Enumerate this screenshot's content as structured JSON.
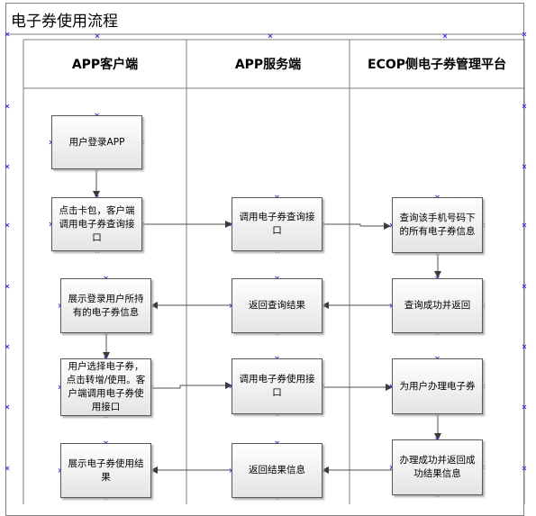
{
  "title": "电子券使用流程",
  "lanes": [
    "APP客户端",
    "APP服务端",
    "ECOP侧电子券管理平台"
  ],
  "steps": {
    "login": "用户登录APP",
    "click_wallet": "点击卡包，客户端调用电子券查询接口",
    "call_query": "调用电子券查询接口",
    "query_phone": "查询该手机号码下的所有电子券信息",
    "show_coupons": "展示登录用户所持有的电子券信息",
    "return_query": "返回查询结果",
    "query_success": "查询成功并返回",
    "select_coupon": "用户选择电子券，点击转增/使用。客户端调用电子券使用接口",
    "call_use": "调用电子券使用接口",
    "process_coupon": "为用户办理电子券",
    "show_result": "展示电子券使用结果",
    "return_result": "返回结果信息",
    "process_success": "办理成功并返回成功结果信息"
  },
  "colors": {
    "line": "#4f4f4f",
    "handle": "#3a3ad8",
    "box_border": "#595959"
  }
}
